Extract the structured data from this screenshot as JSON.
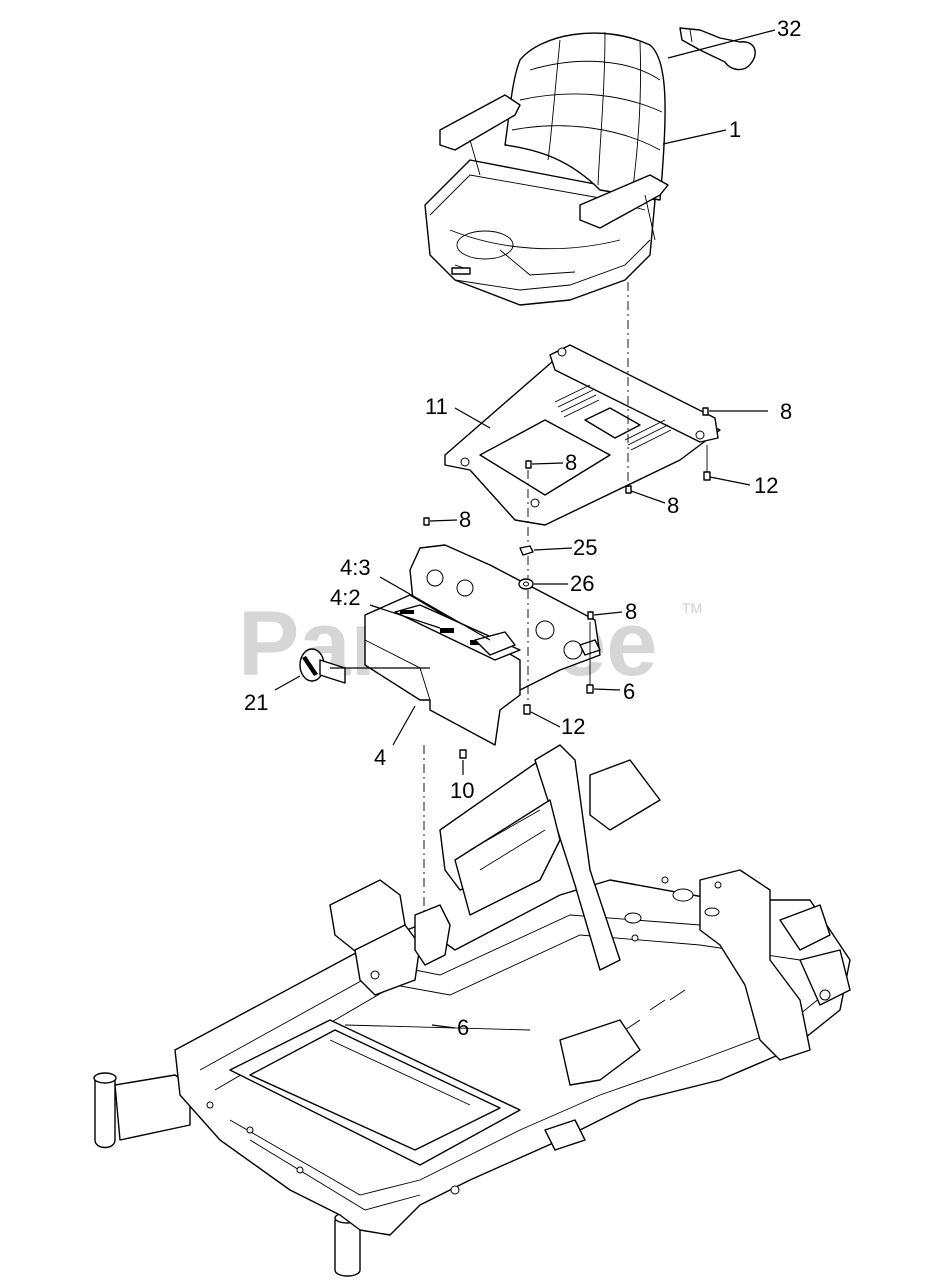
{
  "watermark": {
    "text": "PartsTree",
    "trademark": "TM"
  },
  "callouts": [
    {
      "id": "c-32",
      "label": "32"
    },
    {
      "id": "c-1",
      "label": "1"
    },
    {
      "id": "c-11",
      "label": "11"
    },
    {
      "id": "c-8a",
      "label": "8"
    },
    {
      "id": "c-8b",
      "label": "8"
    },
    {
      "id": "c-12a",
      "label": "12"
    },
    {
      "id": "c-8c",
      "label": "8"
    },
    {
      "id": "c-8d",
      "label": "8"
    },
    {
      "id": "c-25",
      "label": "25"
    },
    {
      "id": "c-43",
      "label": "4:3"
    },
    {
      "id": "c-26",
      "label": "26"
    },
    {
      "id": "c-42",
      "label": "4:2"
    },
    {
      "id": "c-8e",
      "label": "8"
    },
    {
      "id": "c-21",
      "label": "21"
    },
    {
      "id": "c-6a",
      "label": "6"
    },
    {
      "id": "c-12b",
      "label": "12"
    },
    {
      "id": "c-4",
      "label": "4"
    },
    {
      "id": "c-10",
      "label": "10"
    },
    {
      "id": "c-6b",
      "label": "6"
    }
  ]
}
